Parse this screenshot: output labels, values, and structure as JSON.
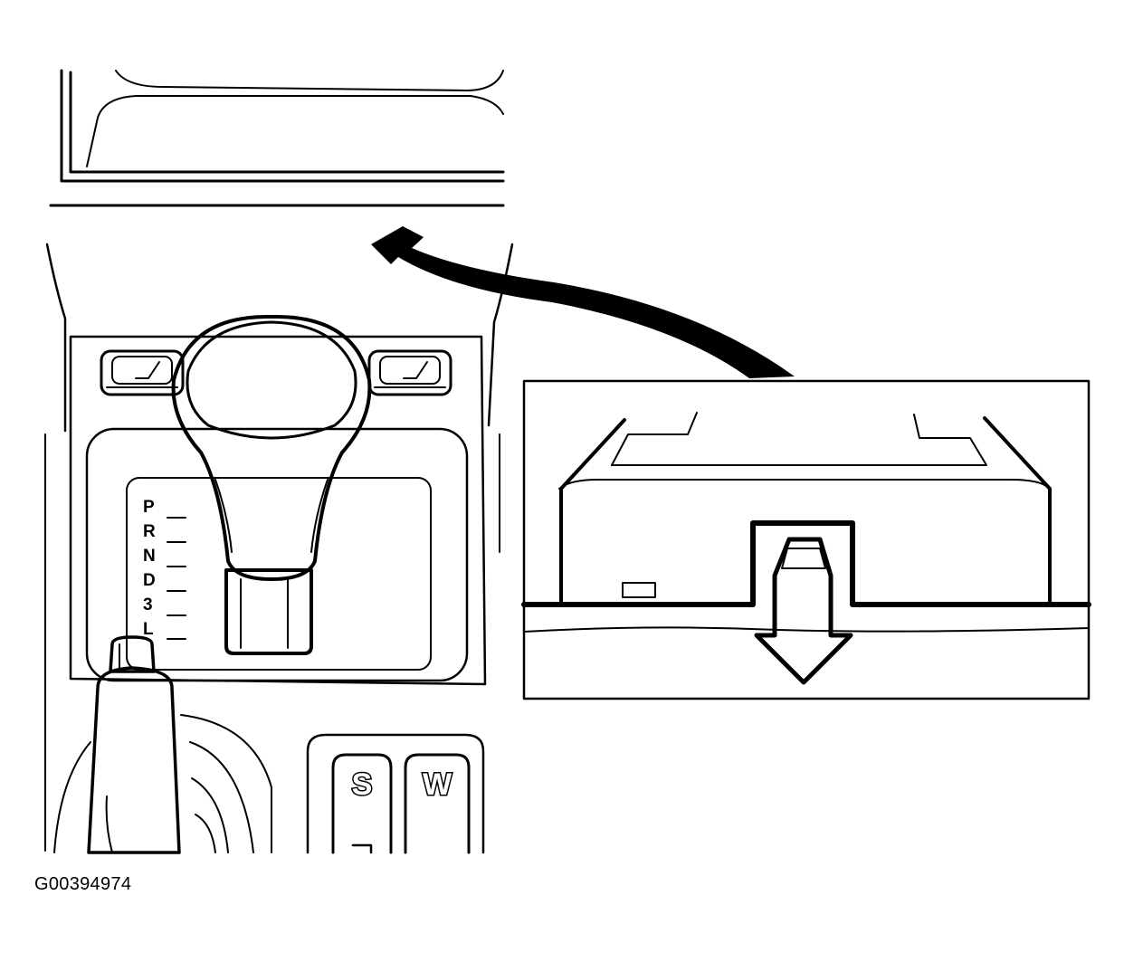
{
  "figure_id": "G00394974",
  "shift_positions": [
    "P",
    "R",
    "N",
    "D",
    "3",
    "L"
  ],
  "buttons": {
    "left_label": "S",
    "right_label": "W"
  }
}
